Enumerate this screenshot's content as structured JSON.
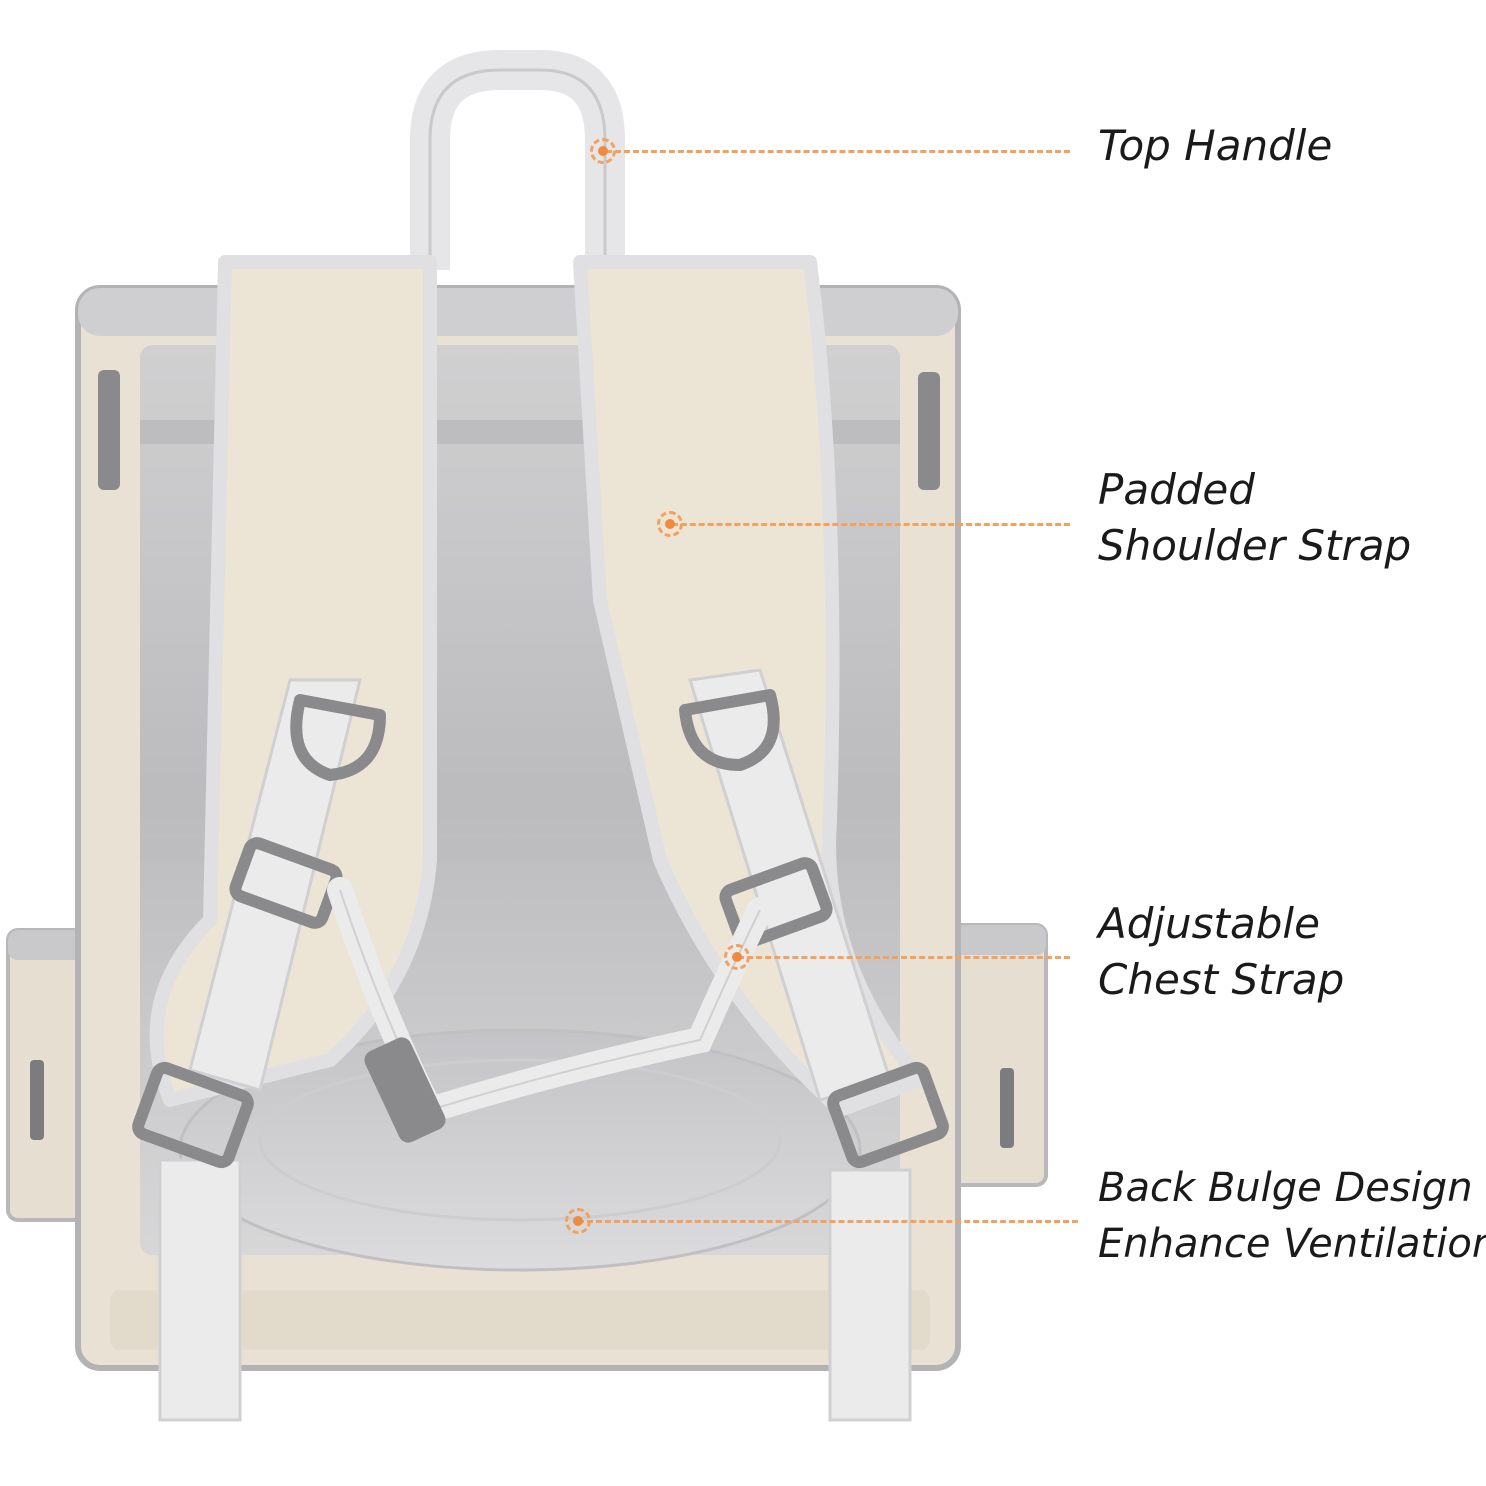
{
  "image": {
    "subject": "pet carrier backpack",
    "colors": {
      "accent": "#f08a3c",
      "accent_light": "#f2a15e",
      "beige": "#e8e1d3",
      "mesh_gray": "#c6c6c8",
      "strap_white": "#ebebec",
      "hardware_gray": "#8a8a8c",
      "label_text": "#1a1a1a"
    }
  },
  "callouts": [
    {
      "id": "top-handle",
      "lines": [
        "Top Handle"
      ],
      "marker_icon": "target-dot-icon"
    },
    {
      "id": "padded-shoulder-strap",
      "lines": [
        "Padded",
        "Shoulder Strap"
      ],
      "marker_icon": "target-dot-icon"
    },
    {
      "id": "adjustable-chest-strap",
      "lines": [
        "Adjustable",
        "Chest Strap"
      ],
      "marker_icon": "target-dot-icon"
    },
    {
      "id": "back-bulge",
      "lines": [
        "Back Bulge Design",
        "Enhance Ventilation"
      ],
      "marker_icon": "target-dot-icon"
    }
  ]
}
